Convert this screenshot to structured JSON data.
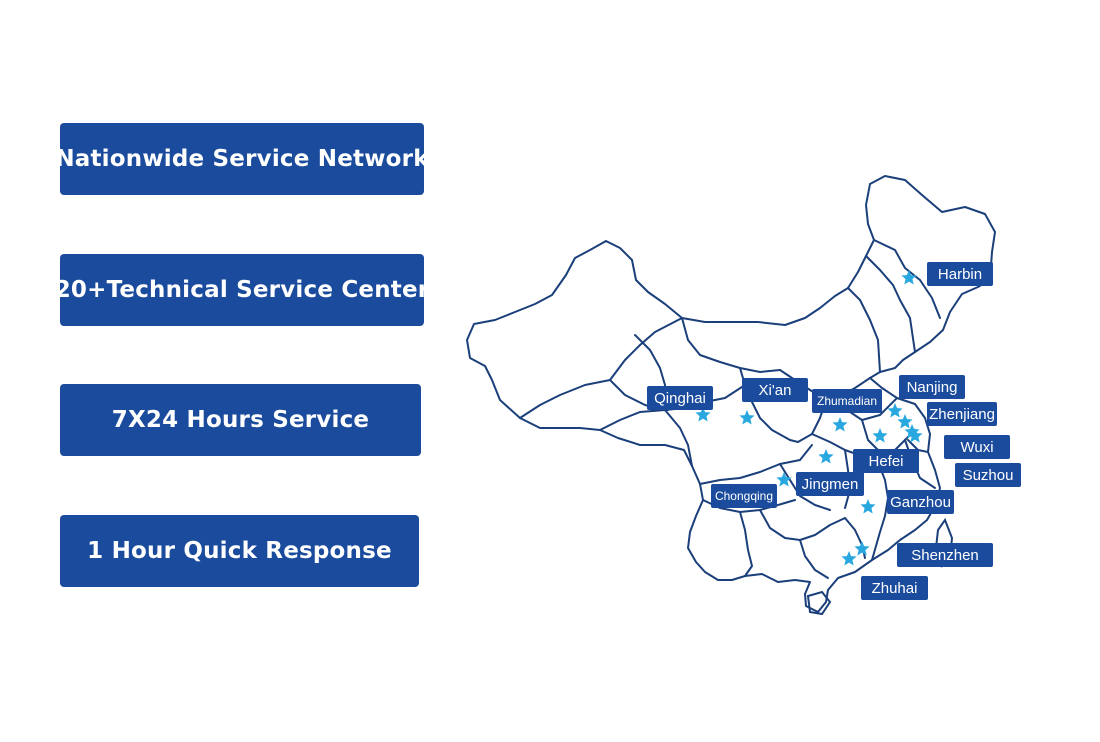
{
  "features": [
    {
      "label": "Nationwide Service Network"
    },
    {
      "label": "20+Technical Service Center"
    },
    {
      "label": "7X24 Hours Service"
    },
    {
      "label": "1 Hour Quick Response"
    }
  ],
  "map": {
    "marker_color": "#29a8e0",
    "outline_color": "#1a3f7a",
    "label_bg": "#1a4b9c",
    "cities": [
      {
        "name": "Harbin"
      },
      {
        "name": "Qinghai"
      },
      {
        "name": "Xi'an"
      },
      {
        "name": "Zhumadian"
      },
      {
        "name": "Nanjing"
      },
      {
        "name": "Zhenjiang"
      },
      {
        "name": "Wuxi"
      },
      {
        "name": "Suzhou"
      },
      {
        "name": "Hefei"
      },
      {
        "name": "Jingmen"
      },
      {
        "name": "Chongqing"
      },
      {
        "name": "Ganzhou"
      },
      {
        "name": "Shenzhen"
      },
      {
        "name": "Zhuhai"
      }
    ]
  }
}
